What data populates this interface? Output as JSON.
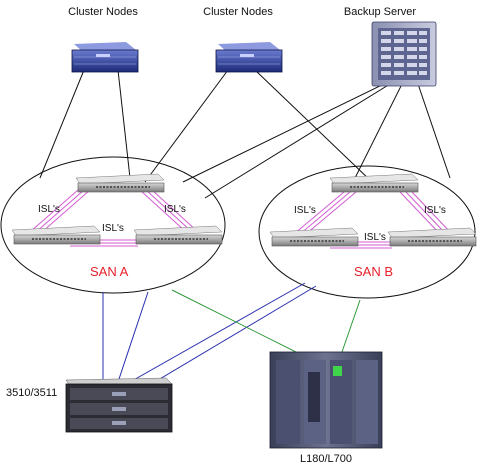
{
  "labels": {
    "cluster_nodes_1": "Cluster Nodes",
    "cluster_nodes_2": "Cluster Nodes",
    "backup_server": "Backup Server",
    "san_a": "SAN A",
    "san_b": "SAN B",
    "storage_array": "3510/3511",
    "tape_library": "L180/L700"
  },
  "isl_labels": {
    "a_left": "ISL's",
    "a_right": "ISL's",
    "a_bottom": "ISL's",
    "b_left": "ISL's",
    "b_right": "ISL's",
    "b_bottom": "ISL's"
  },
  "colors": {
    "san_label": "#e8202a",
    "isl_link": "#d35cd3",
    "storage_link": "#2b2fb0",
    "tape_link": "#2f9a3a",
    "host_link": "#111111"
  }
}
